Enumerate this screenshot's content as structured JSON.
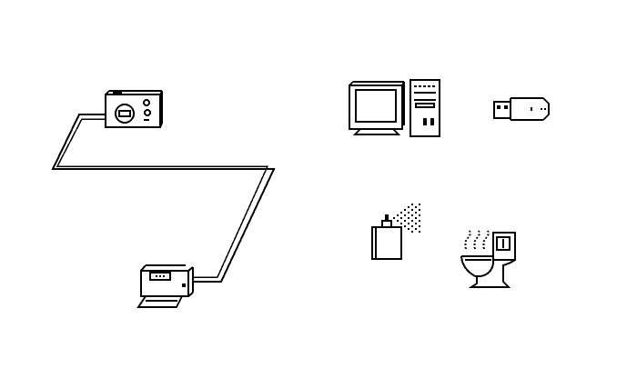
{
  "scene": {
    "background": "#ffffff",
    "ink": "#000000",
    "icons": [
      {
        "id": "camera",
        "icon": "digital-camera-icon"
      },
      {
        "id": "printer",
        "icon": "printer-icon"
      },
      {
        "id": "cable",
        "icon": "usb-cable-icon"
      },
      {
        "id": "computer",
        "icon": "desktop-computer-icon"
      },
      {
        "id": "usb",
        "icon": "usb-flash-drive-icon"
      },
      {
        "id": "spray",
        "icon": "spray-bottle-icon"
      },
      {
        "id": "toilet",
        "icon": "toilet-icon"
      }
    ]
  }
}
